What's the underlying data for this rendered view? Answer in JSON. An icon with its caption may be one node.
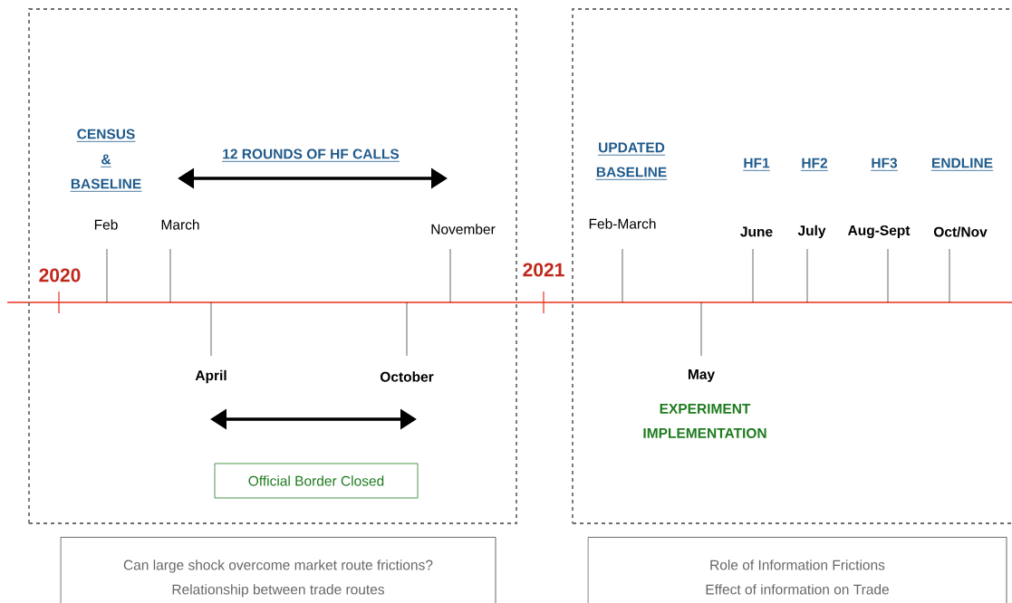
{
  "diagram": {
    "nodes": [
      {
        "text": [],
        "shape": "box"
      },
      {
        "text": [],
        "shape": "box"
      },
      {
        "text": [
          "Official Border Closed"
        ],
        "in": 0
      },
      {
        "text": [
          "Can large shock overcome market route frictions?",
          "Relationship between trade routes"
        ]
      },
      {
        "text": [
          "Role of Information Frictions",
          "Effect of information on Trade"
        ]
      }
    ],
    "labels": [
      "CENSUS",
      "&",
      "BASELINE",
      "12 ROUNDS OF HF CALLS",
      "Feb",
      "March",
      "November",
      "2020",
      "2021",
      "UPDATED",
      "BASELINE",
      "HF1",
      "HF2",
      "HF3",
      "ENDLINE",
      "Feb-March",
      "June",
      "July",
      "Aug-Sept",
      "Oct/Nov",
      "April",
      "October",
      "May",
      "EXPERIMENT IMPLEMENTATION"
    ]
  }
}
